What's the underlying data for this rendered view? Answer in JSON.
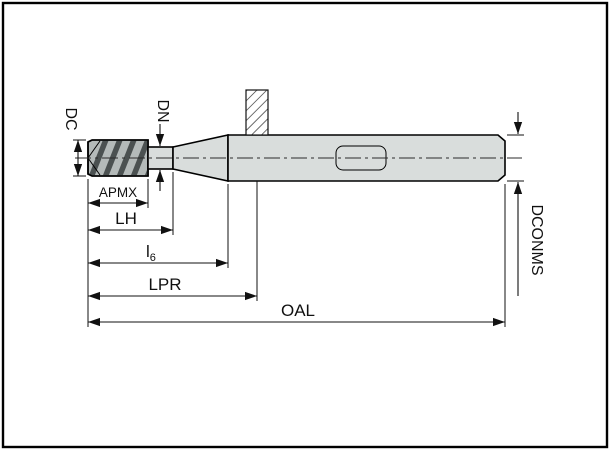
{
  "diagram": {
    "type": "technical-drawing",
    "subject": "end-mill-dimension-drawing",
    "colors": {
      "background": "#ffffff",
      "outline": "#000000",
      "body_fill": "#d9dddc",
      "flute_base": "#b4bab9",
      "flute_dark": "#4b5151"
    },
    "dimensions": {
      "dc": {
        "label": "DC"
      },
      "dn": {
        "label": "DN"
      },
      "apmx": {
        "label": "APMX"
      },
      "lh": {
        "label": "LH"
      },
      "l6": {
        "label_main": "l",
        "label_sub": "6"
      },
      "lpr": {
        "label": "LPR"
      },
      "oal": {
        "label": "OAL"
      },
      "dconms": {
        "label": "DCONMS"
      }
    }
  }
}
